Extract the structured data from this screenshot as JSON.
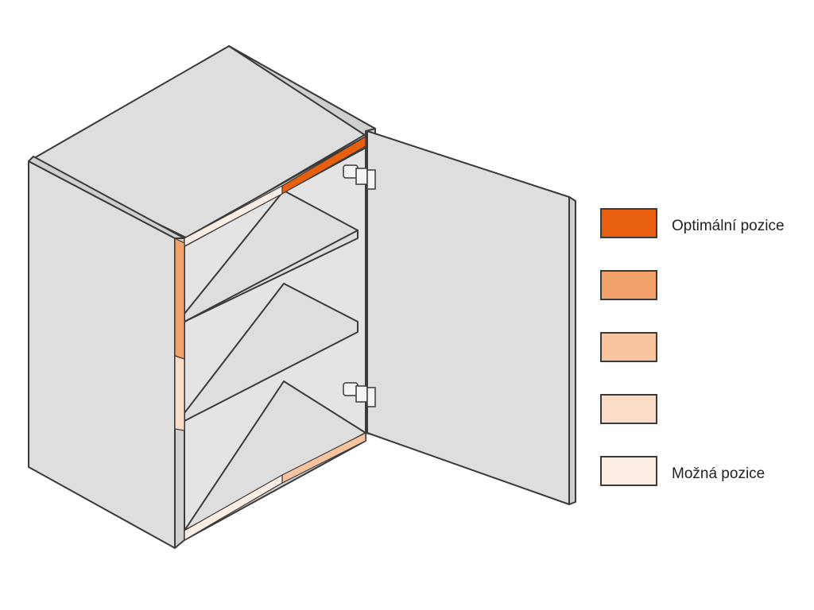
{
  "diagram": {
    "colors": {
      "panel": "#dedede",
      "panel_dark": "#cfcfcf",
      "panel_light": "#e6e6e6",
      "outline": "#3a3a3a",
      "hinge": "#f4f4f4"
    },
    "legend": [
      {
        "label": "Optimální pozice",
        "color": "#e8600f"
      },
      {
        "label": "",
        "color": "#f2a16b"
      },
      {
        "label": "",
        "color": "#f8c4a0"
      },
      {
        "label": "",
        "color": "#fbdcc7"
      },
      {
        "label": "Možná pozice",
        "color": "#fdeee4"
      }
    ],
    "edge_colors": {
      "top_back": "#e8600f",
      "top_front": "#fdeee4",
      "side_upper": "#f2a16b",
      "side_lower": "#fbdcc7",
      "bottom_back": "#f8c4a0",
      "bottom_front": "#fdeee4"
    },
    "hinges": [
      {
        "name": "hinge-top"
      },
      {
        "name": "hinge-bottom"
      }
    ]
  }
}
